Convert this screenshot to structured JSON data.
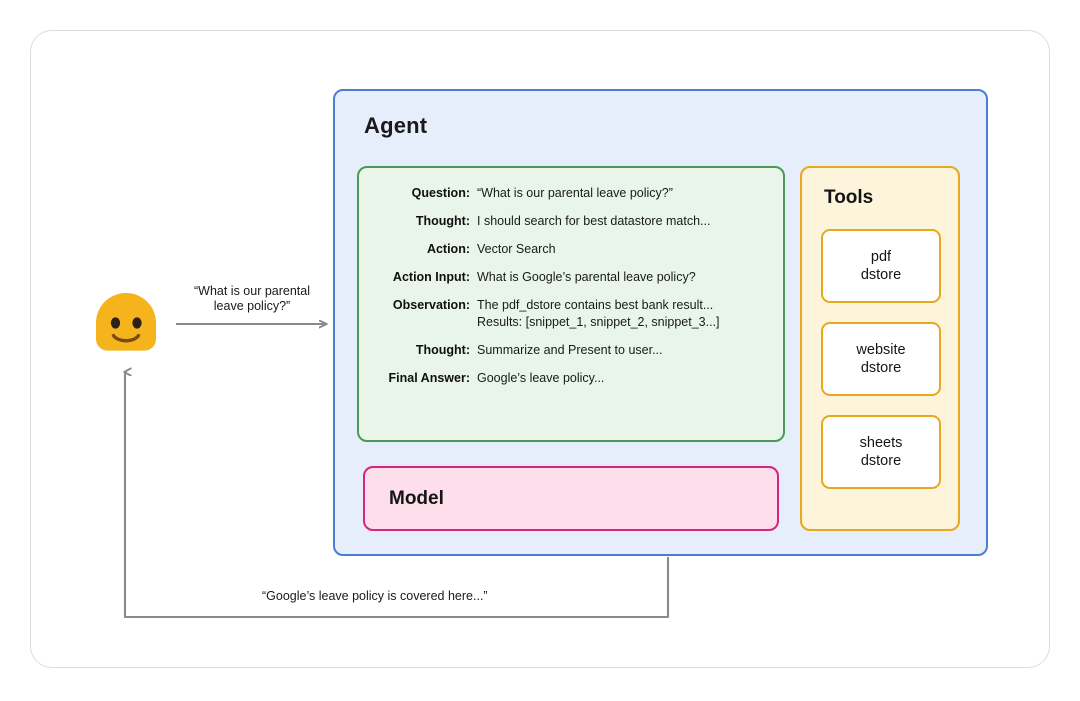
{
  "diagram": {
    "title": "Agent ReAct loop with tools",
    "colors": {
      "agent_border": "#4a7fd0",
      "agent_fill": "#e7eefb",
      "trace_border": "#4a9a55",
      "trace_fill": "#e9f5e9",
      "model_border": "#d6257e",
      "model_fill": "#fcdfeb",
      "tools_border": "#e8a81d",
      "tools_fill": "#fdf4dc",
      "avatar": "#f5b81c",
      "arrow": "#8a8a8a",
      "card_border": "#dcdcdc"
    }
  },
  "agent": {
    "title": "Agent"
  },
  "trace": {
    "rows": [
      {
        "label": "Question:",
        "value": "“What is our parental leave policy?”"
      },
      {
        "label": "Thought:",
        "value": "I should search for best datastore match..."
      },
      {
        "label": "Action:",
        "value": "Vector Search"
      },
      {
        "label": "Action Input:",
        "value": "What is Google’s parental leave policy?"
      },
      {
        "label": "Observation:",
        "value": "The pdf_dstore contains best bank result...",
        "value2": "Results: [snippet_1, snippet_2, snippet_3...]"
      },
      {
        "label": "Thought:",
        "value": "Summarize and Present to user..."
      },
      {
        "label": "Final Answer:",
        "value": "Google’s leave policy..."
      }
    ]
  },
  "model": {
    "title": "Model"
  },
  "tools": {
    "title": "Tools",
    "items": [
      {
        "line1": "pdf",
        "line2": "dstore"
      },
      {
        "line1": "website",
        "line2": "dstore"
      },
      {
        "line1": "sheets",
        "line2": "dstore"
      }
    ]
  },
  "user": {
    "avatar_icon": "smiley-face-icon",
    "query_line1": "“What is our parental",
    "query_line2": "leave policy?”",
    "answer": "“Google’s leave policy is covered here...”"
  }
}
